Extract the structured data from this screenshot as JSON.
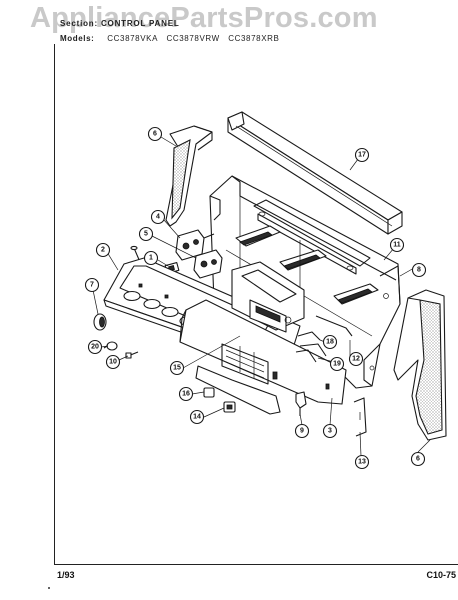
{
  "watermark": "AppliancePartsPros.com",
  "header": {
    "section": "Section: CONTROL PANEL",
    "models_label": "Models:",
    "models": [
      "CC3878VKA",
      "CC3878VRW",
      "CC3878XRB"
    ]
  },
  "footer": {
    "date": "1/93",
    "page_code": "C10-75"
  },
  "callouts": [
    {
      "id": "callout-1",
      "label": "1"
    },
    {
      "id": "callout-2",
      "label": "2"
    },
    {
      "id": "callout-3",
      "label": "3"
    },
    {
      "id": "callout-4",
      "label": "4"
    },
    {
      "id": "callout-5",
      "label": "5"
    },
    {
      "id": "callout-6a",
      "label": "6"
    },
    {
      "id": "callout-6b",
      "label": "6"
    },
    {
      "id": "callout-7",
      "label": "7"
    },
    {
      "id": "callout-8",
      "label": "8"
    },
    {
      "id": "callout-9",
      "label": "9"
    },
    {
      "id": "callout-10",
      "label": "10"
    },
    {
      "id": "callout-11",
      "label": "11"
    },
    {
      "id": "callout-12",
      "label": "12"
    },
    {
      "id": "callout-13",
      "label": "13"
    },
    {
      "id": "callout-14",
      "label": "14"
    },
    {
      "id": "callout-15",
      "label": "15"
    },
    {
      "id": "callout-16",
      "label": "16"
    },
    {
      "id": "callout-17",
      "label": "17"
    },
    {
      "id": "callout-18",
      "label": "18"
    },
    {
      "id": "callout-19",
      "label": "19"
    },
    {
      "id": "callout-20",
      "label": "20"
    }
  ]
}
